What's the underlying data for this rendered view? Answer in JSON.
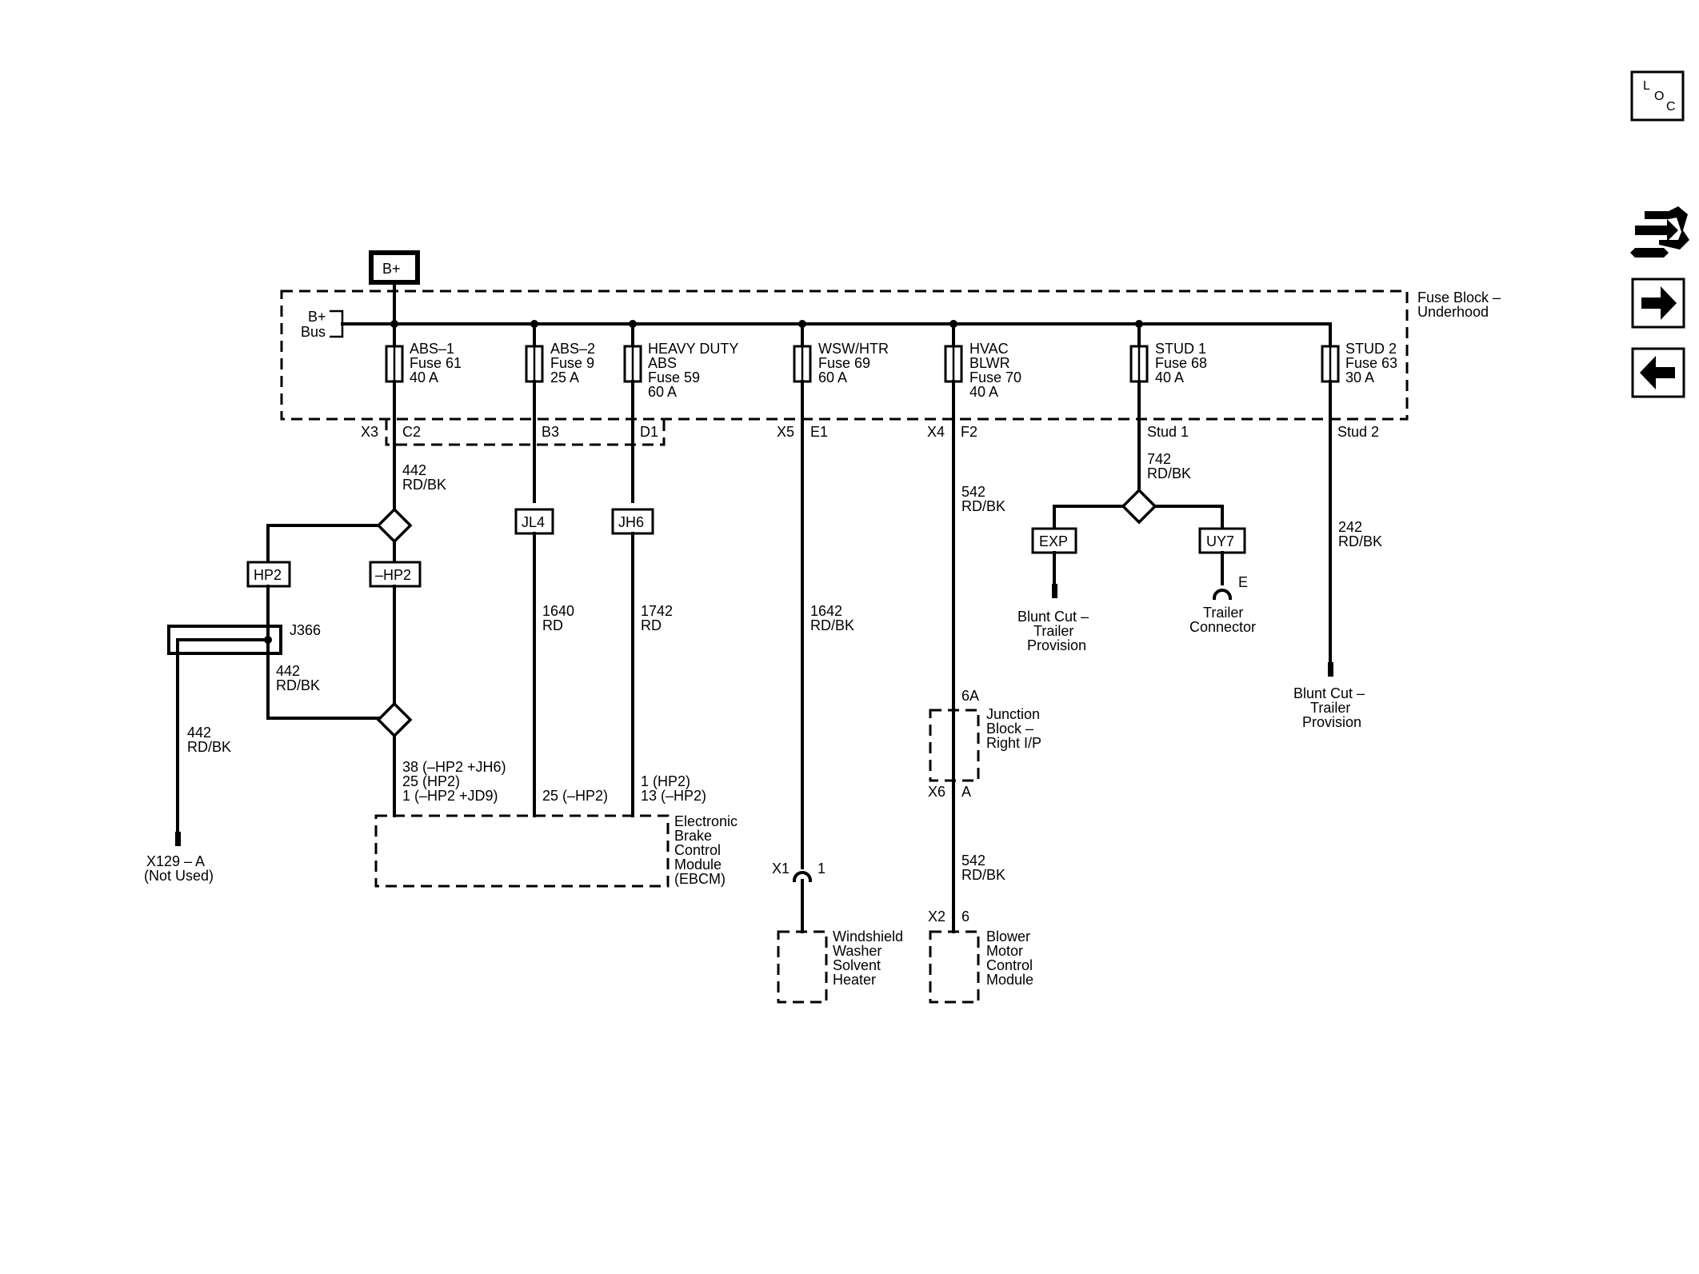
{
  "power": {
    "source": "B+",
    "bus_line1": "B+",
    "bus_line2": "Bus"
  },
  "fuse_block": {
    "line1": "Fuse Block –",
    "line2": "Underhood"
  },
  "fuses": [
    {
      "l1": "ABS–1",
      "l2": "Fuse 61",
      "l3": "40 A",
      "l4": ""
    },
    {
      "l1": "ABS–2",
      "l2": "Fuse 9",
      "l3": "25 A",
      "l4": ""
    },
    {
      "l1": "HEAVY DUTY",
      "l2": "ABS",
      "l3": "Fuse 59",
      "l4": "60 A"
    },
    {
      "l1": "WSW/HTR",
      "l2": "Fuse 69",
      "l3": "60 A",
      "l4": ""
    },
    {
      "l1": "HVAC",
      "l2": "BLWR",
      "l3": "Fuse 70",
      "l4": "40 A"
    },
    {
      "l1": "STUD 1",
      "l2": "Fuse 68",
      "l3": "40 A",
      "l4": ""
    },
    {
      "l1": "STUD 2",
      "l2": "Fuse 63",
      "l3": "30 A",
      "l4": ""
    }
  ],
  "connectors": {
    "x3": "X3",
    "c2": "C2",
    "b3": "B3",
    "d1": "D1",
    "x5": "X5",
    "e1": "E1",
    "x4": "X4",
    "f2": "F2",
    "stud1": "Stud 1",
    "stud2": "Stud 2",
    "x6": "X6",
    "a": "A",
    "pin_6a": "6A",
    "x1": "X1",
    "pin_1": "1",
    "x2": "X2",
    "pin_6": "6",
    "pin_e": "E"
  },
  "wires": {
    "w442_top": {
      "num": "442",
      "color": "RD/BK"
    },
    "w442_mid": {
      "num": "442",
      "color": "RD/BK"
    },
    "w442_left": {
      "num": "442",
      "color": "RD/BK"
    },
    "w1640": {
      "num": "1640",
      "color": "RD"
    },
    "w1742": {
      "num": "1742",
      "color": "RD"
    },
    "w1642": {
      "num": "1642",
      "color": "RD/BK"
    },
    "w542_top": {
      "num": "542",
      "color": "RD/BK"
    },
    "w542_bot": {
      "num": "542",
      "color": "RD/BK"
    },
    "w742": {
      "num": "742",
      "color": "RD/BK"
    },
    "w242": {
      "num": "242",
      "color": "RD/BK"
    }
  },
  "options": {
    "hp2": "HP2",
    "neg_hp2": "–HP2",
    "jl4": "JL4",
    "jh6": "JH6",
    "exp": "EXP",
    "uy7": "UY7"
  },
  "splice": "J366",
  "ebcm": {
    "pins_a1": "38 (–HP2 +JH6)",
    "pins_a2": "25 (HP2)",
    "pins_a3": "1 (–HP2 +JD9)",
    "pins_b": "25 (–HP2)",
    "pins_c1": "1 (HP2)",
    "pins_c2": "13 (–HP2)",
    "name": [
      "Electronic",
      "Brake",
      "Control",
      "Module",
      "(EBCM)"
    ]
  },
  "components": {
    "x129": [
      "X129 – A",
      "(Not Used)"
    ],
    "blunt_cut_1": [
      "Blunt Cut –",
      "Trailer",
      "Provision"
    ],
    "trailer_connector": [
      "Trailer",
      "Connector"
    ],
    "blunt_cut_2": [
      "Blunt Cut –",
      "Trailer",
      "Provision"
    ],
    "junction_block": [
      "Junction",
      "Block –",
      "Right I/P"
    ],
    "wsw_heater": [
      "Windshield",
      "Washer",
      "Solvent",
      "Heater"
    ],
    "blower_module": [
      "Blower",
      "Motor",
      "Control",
      "Module"
    ]
  },
  "nav": {
    "loc_l": "L",
    "loc_o": "O",
    "loc_c": "C"
  }
}
